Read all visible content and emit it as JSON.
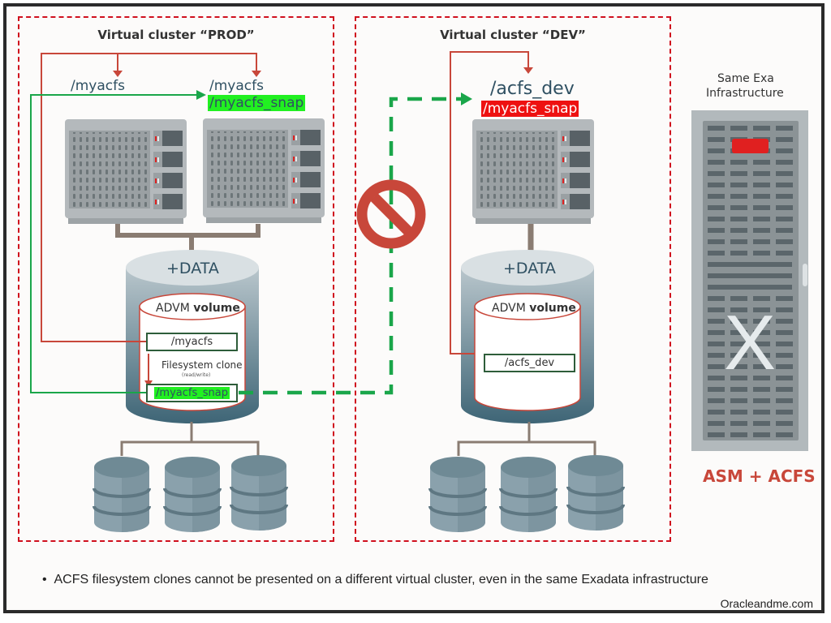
{
  "clusters": {
    "prod": {
      "title": "Virtual cluster “PROD”",
      "node1_mounts": [
        "/myacfs"
      ],
      "node2_mounts": [
        "/myacfs",
        "/myacfs_snap"
      ],
      "diskgroup_label": "+DATA",
      "volume_label_regular": "ADVM ",
      "volume_label_bold": "volume",
      "filesystems": [
        "/myacfs",
        "/myacfs_snap"
      ],
      "clone_label": "Filesystem clone",
      "clone_sublabel": "(read/write)"
    },
    "dev": {
      "title": "Virtual cluster “DEV”",
      "node_mounts": [
        "/acfs_dev",
        "/myacfs_snap"
      ],
      "diskgroup_label": "+DATA",
      "volume_label_regular": "ADVM ",
      "volume_label_bold": "volume",
      "filesystems": [
        "/acfs_dev"
      ]
    }
  },
  "infrastructure": {
    "label_line1": "Same Exa",
    "label_line2": "Infrastructure",
    "rack_logo": "X",
    "storage_label": "ASM + ACFS"
  },
  "prohibited_icon": "no-entry-icon",
  "footnote": {
    "bullet": "•",
    "text": "ACFS filesystem clones cannot be presented on a different virtual cluster, even in the same Exadata infrastructure"
  },
  "credit": "Oracleandme.com",
  "colors": {
    "cluster_border": "#d0101e",
    "mount_arrow": "#c8473a",
    "clone_path": "#1aa64a",
    "highlight_ok": "#21f021",
    "highlight_blocked": "#ee1111",
    "storage_label": "#c8473a"
  }
}
